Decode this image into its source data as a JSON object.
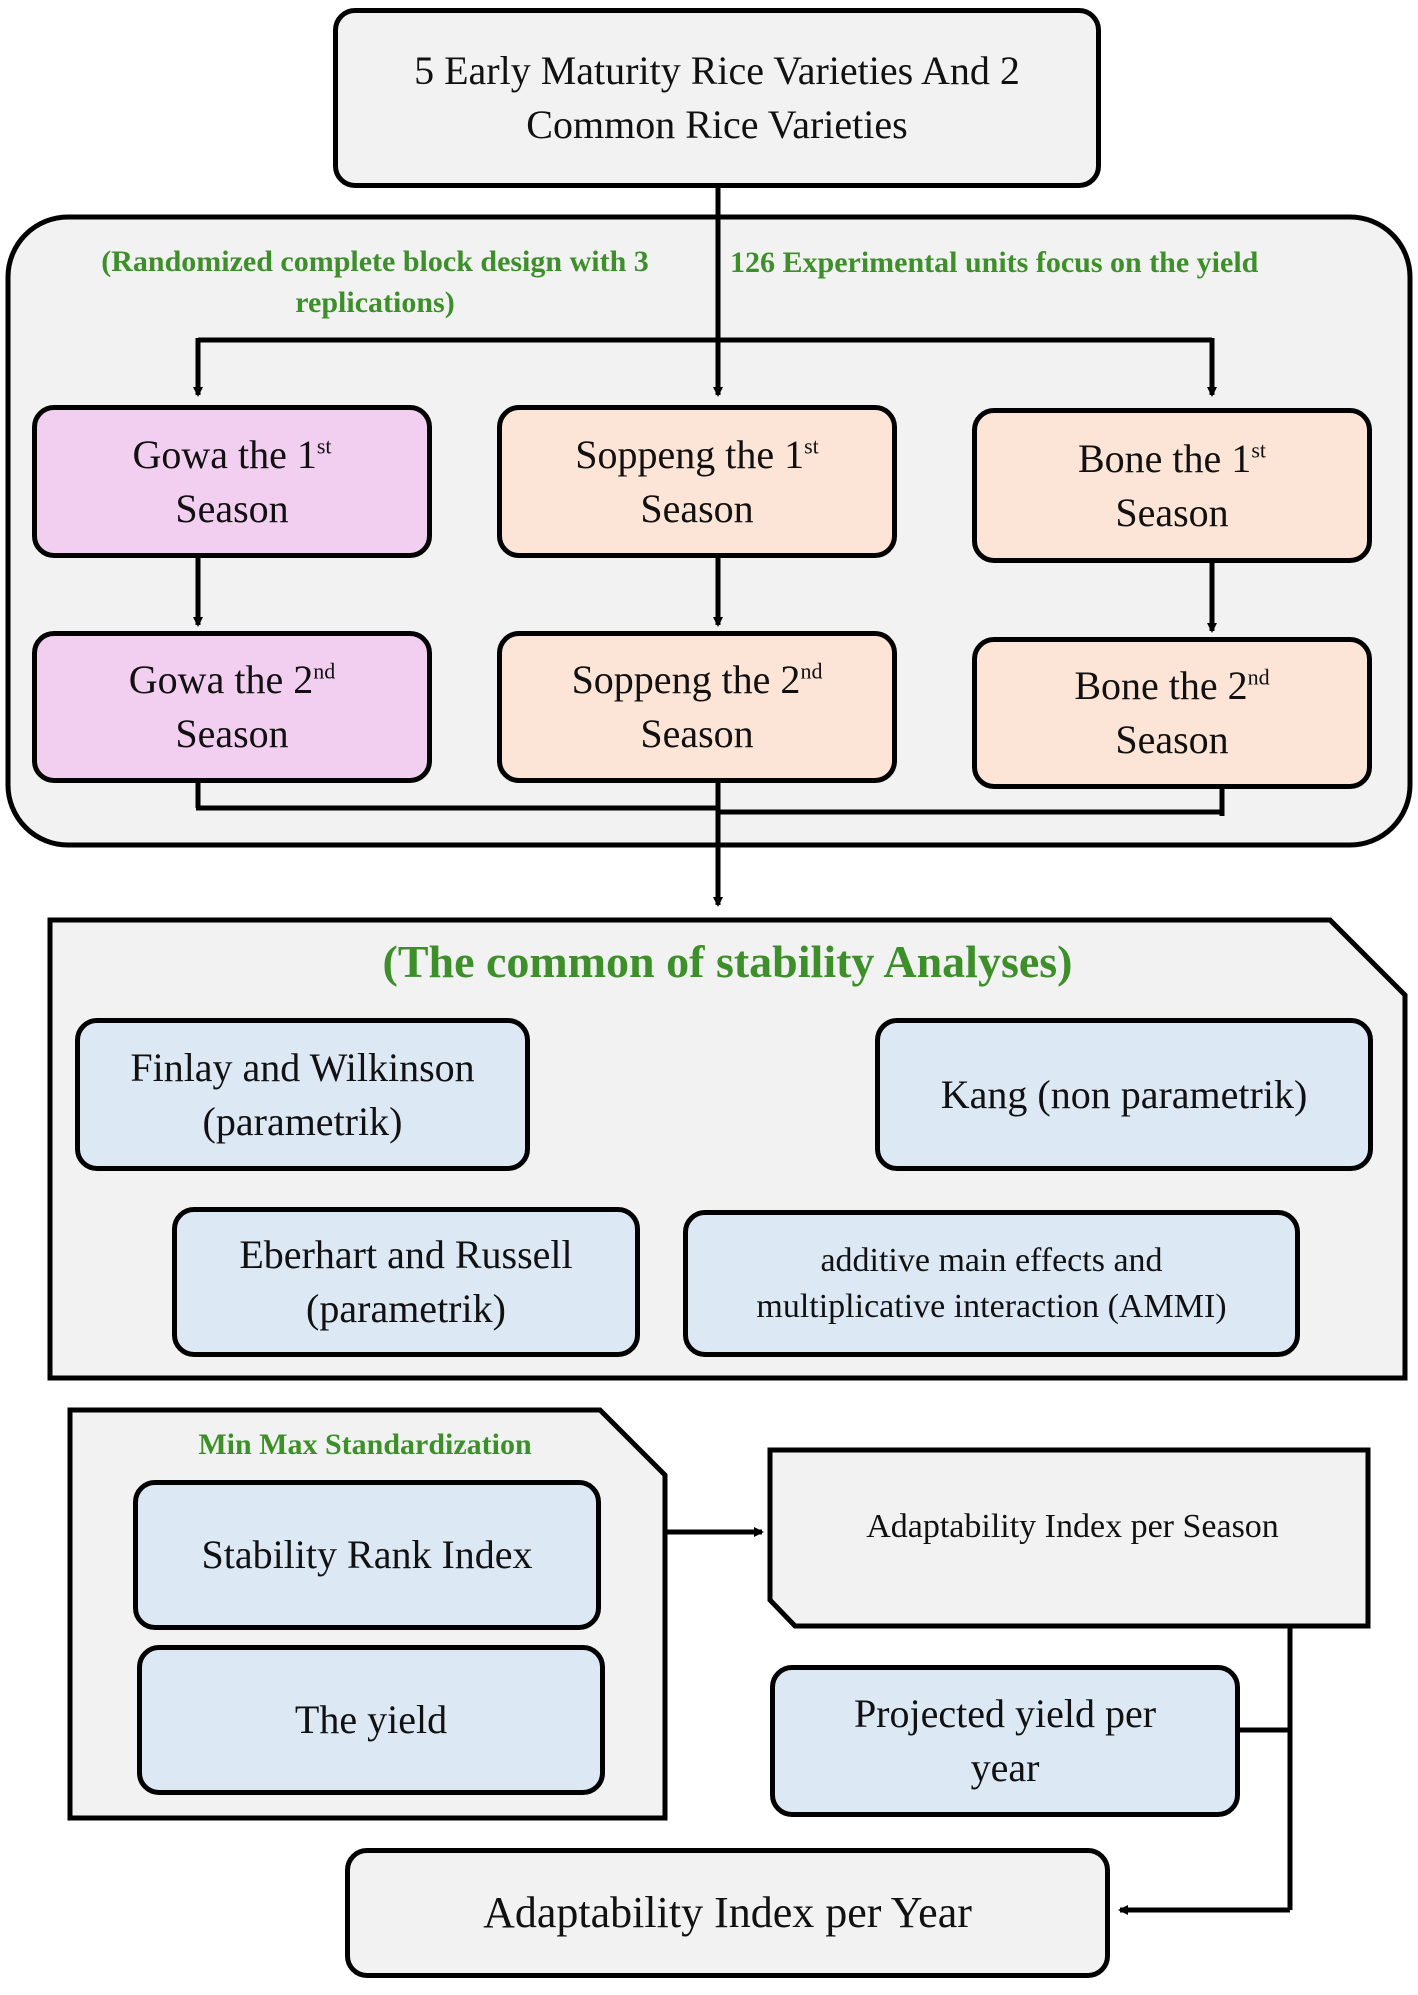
{
  "top": {
    "line1": "5 Early Maturity Rice Varieties And 2",
    "line2": "Common Rice Varieties"
  },
  "design": {
    "label_left": "(Randomized complete block design with 3 replications)",
    "label_right": "126 Experimental units focus on the yield"
  },
  "locations": [
    {
      "name": "Gowa",
      "season1_prefix": "Gowa the 1",
      "season1_sup": "st",
      "season2_prefix": "Gowa the 2",
      "season2_sup": "nd",
      "season_word": "Season"
    },
    {
      "name": "Soppeng",
      "season1_prefix": "Soppeng the 1",
      "season1_sup": "st",
      "season2_prefix": "Soppeng the 2",
      "season2_sup": "nd",
      "season_word": "Season"
    },
    {
      "name": "Bone",
      "season1_prefix": "Bone the 1",
      "season1_sup": "st",
      "season2_prefix": "Bone the 2",
      "season2_sup": "nd",
      "season_word": "Season"
    }
  ],
  "stability": {
    "title": "(The common of stability Analyses)",
    "finlay_line1": "Finlay and Wilkinson",
    "finlay_line2": "(parametrik)",
    "kang": "Kang (non parametrik)",
    "eberhart_line1": "Eberhart and Russell",
    "eberhart_line2": "(parametrik)",
    "ammi_line1": "additive main effects and",
    "ammi_line2": "multiplicative interaction (AMMI)"
  },
  "standardization": {
    "title": "Min Max Standardization",
    "stability_rank": "Stability Rank Index",
    "yield": "The yield"
  },
  "adaptability_season": "Adaptability Index per Season",
  "projected_line1": "Projected yield per",
  "projected_line2": "year",
  "adaptability_year": "Adaptability Index per Year"
}
